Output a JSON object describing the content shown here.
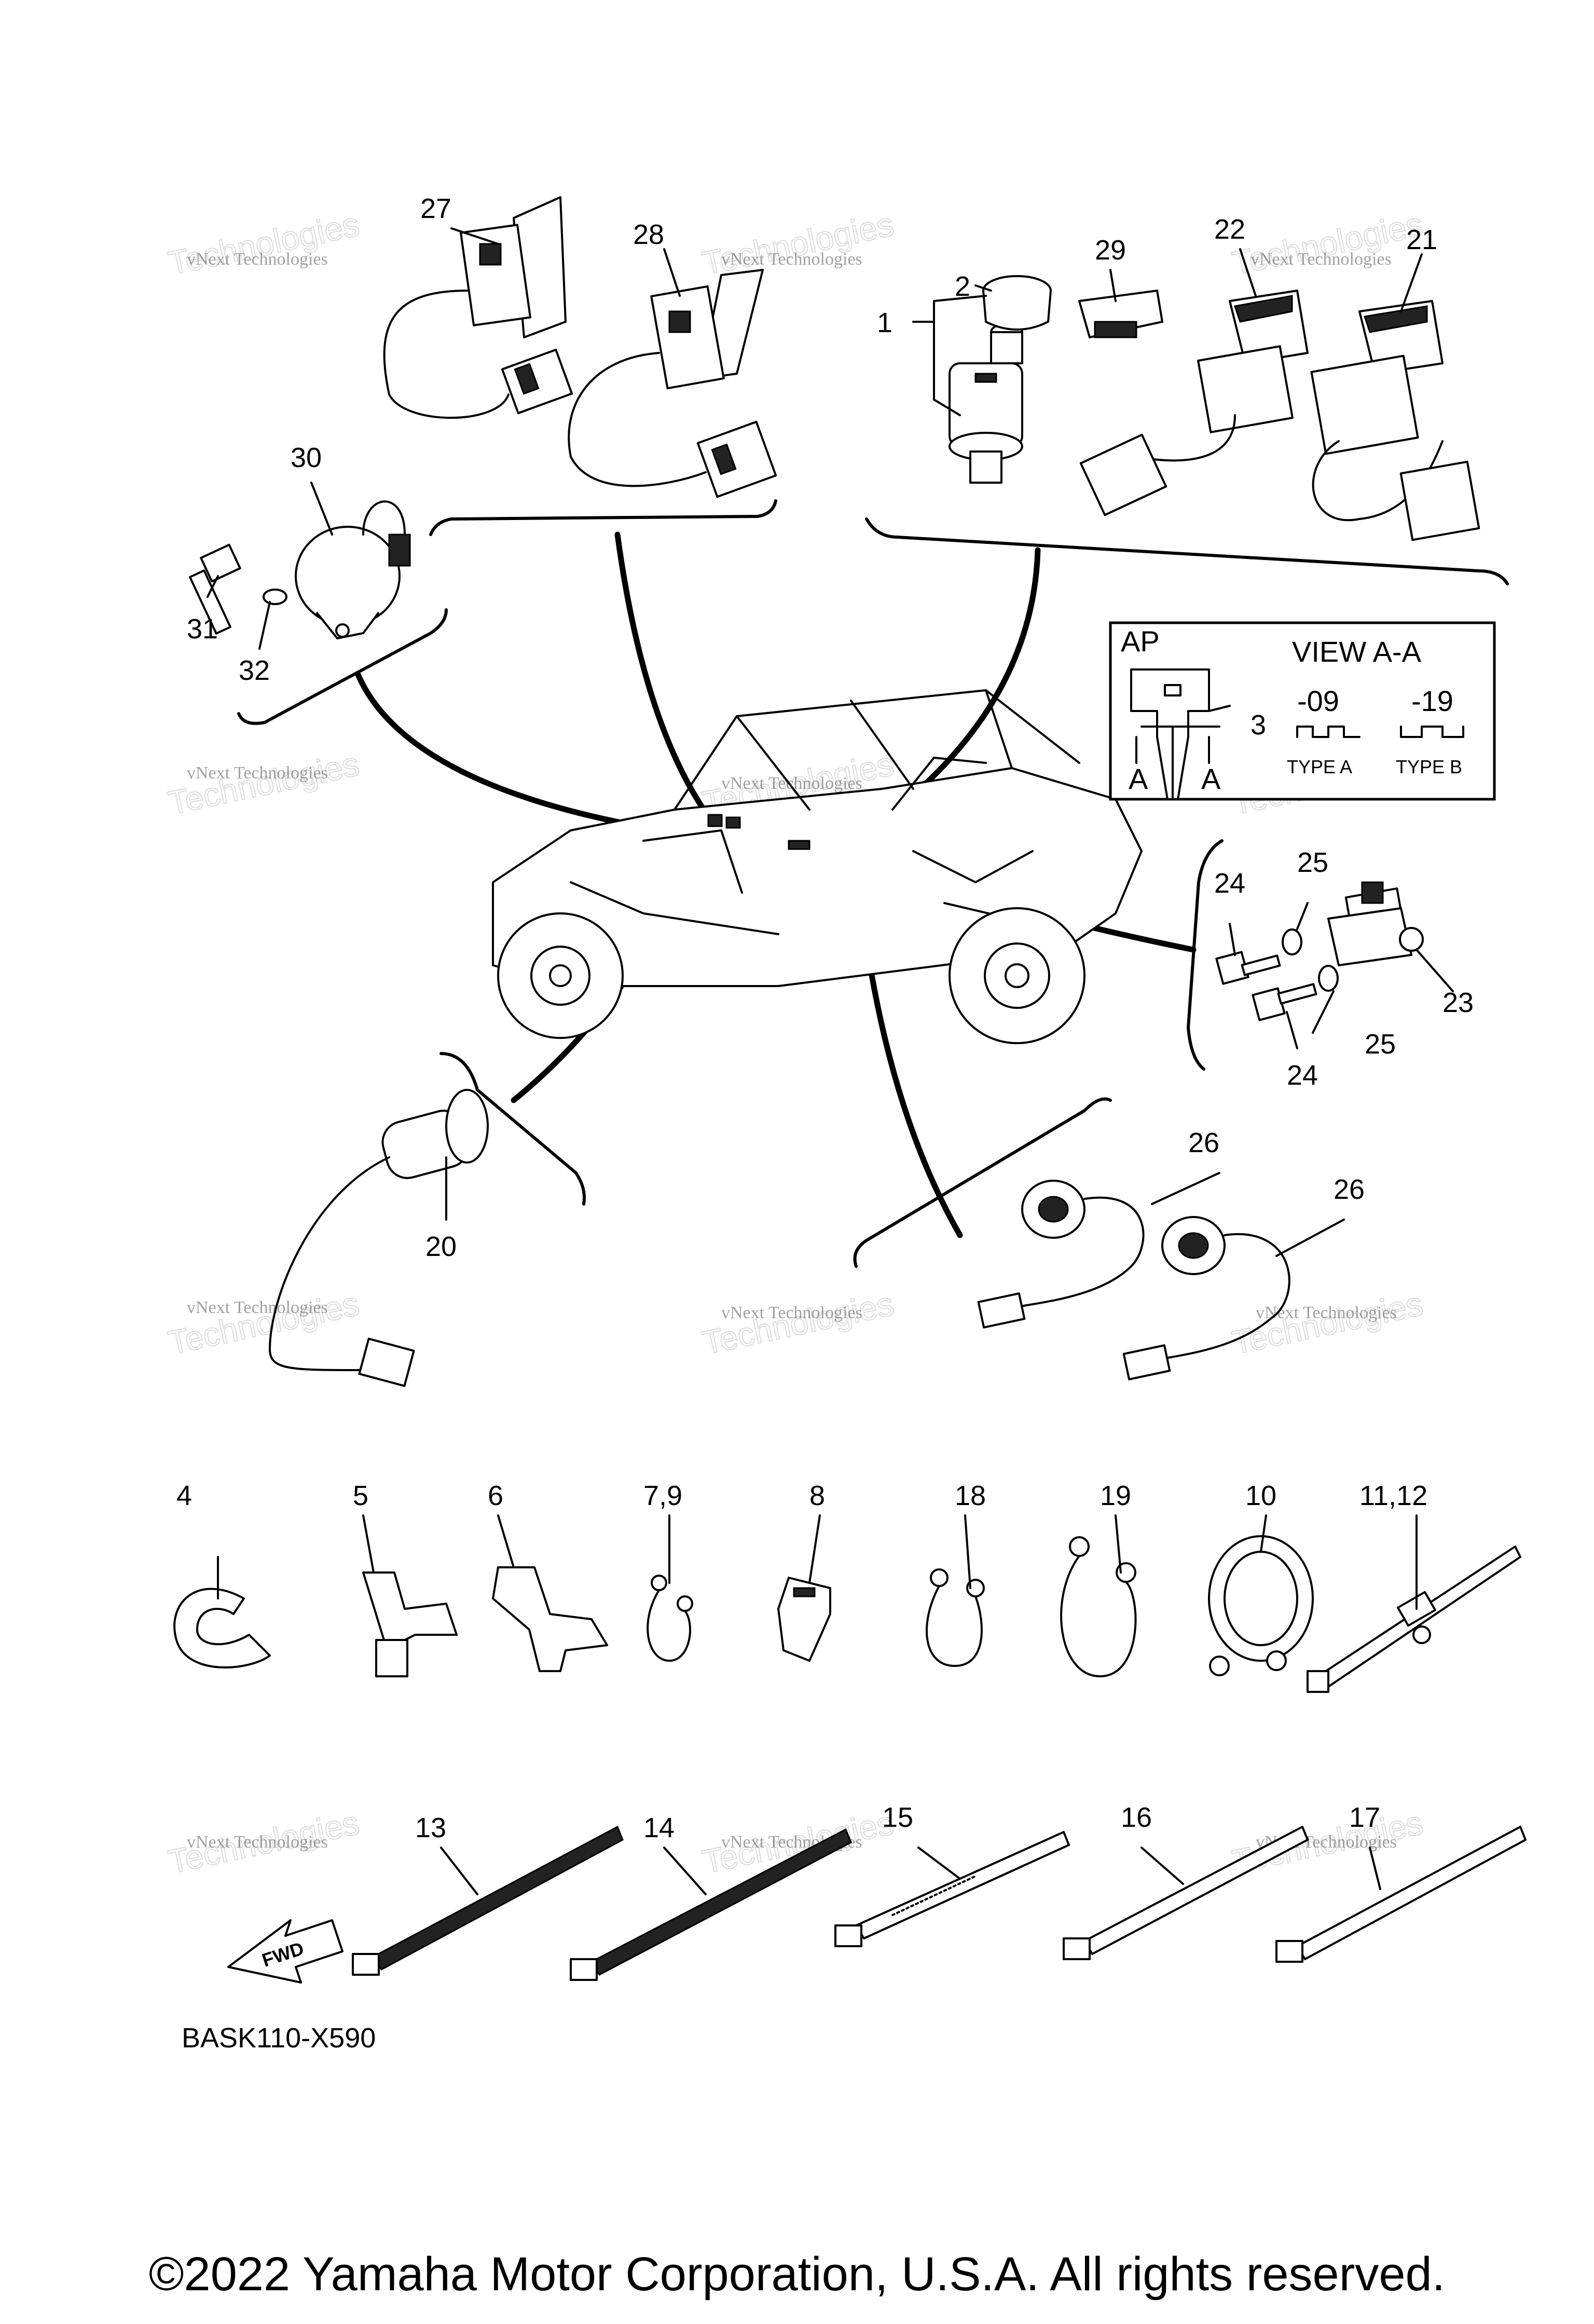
{
  "part_labels": [
    "1",
    "2",
    "3",
    "4",
    "5",
    "6",
    "7,9",
    "8",
    "10",
    "11,12",
    "13",
    "14",
    "15",
    "16",
    "17",
    "18",
    "19",
    "20",
    "21",
    "22",
    "23",
    "24",
    "24",
    "25",
    "25",
    "26",
    "26",
    "27",
    "28",
    "29",
    "30",
    "31",
    "32"
  ],
  "key_view": {
    "ap": "AP",
    "view_title": "VIEW A-A",
    "variant_a": "-09",
    "variant_b": "-19",
    "type_a": "TYPE A",
    "type_b": "TYPE B",
    "section_mark": "A"
  },
  "fwd_arrow": "FWD",
  "diagram_code": "BASK110-X590",
  "watermark_line1": "vNext Technologies",
  "watermark_line2": "Technologies",
  "copyright": "©2022 Yamaha Motor Corporation, U.S.A. All rights reserved."
}
